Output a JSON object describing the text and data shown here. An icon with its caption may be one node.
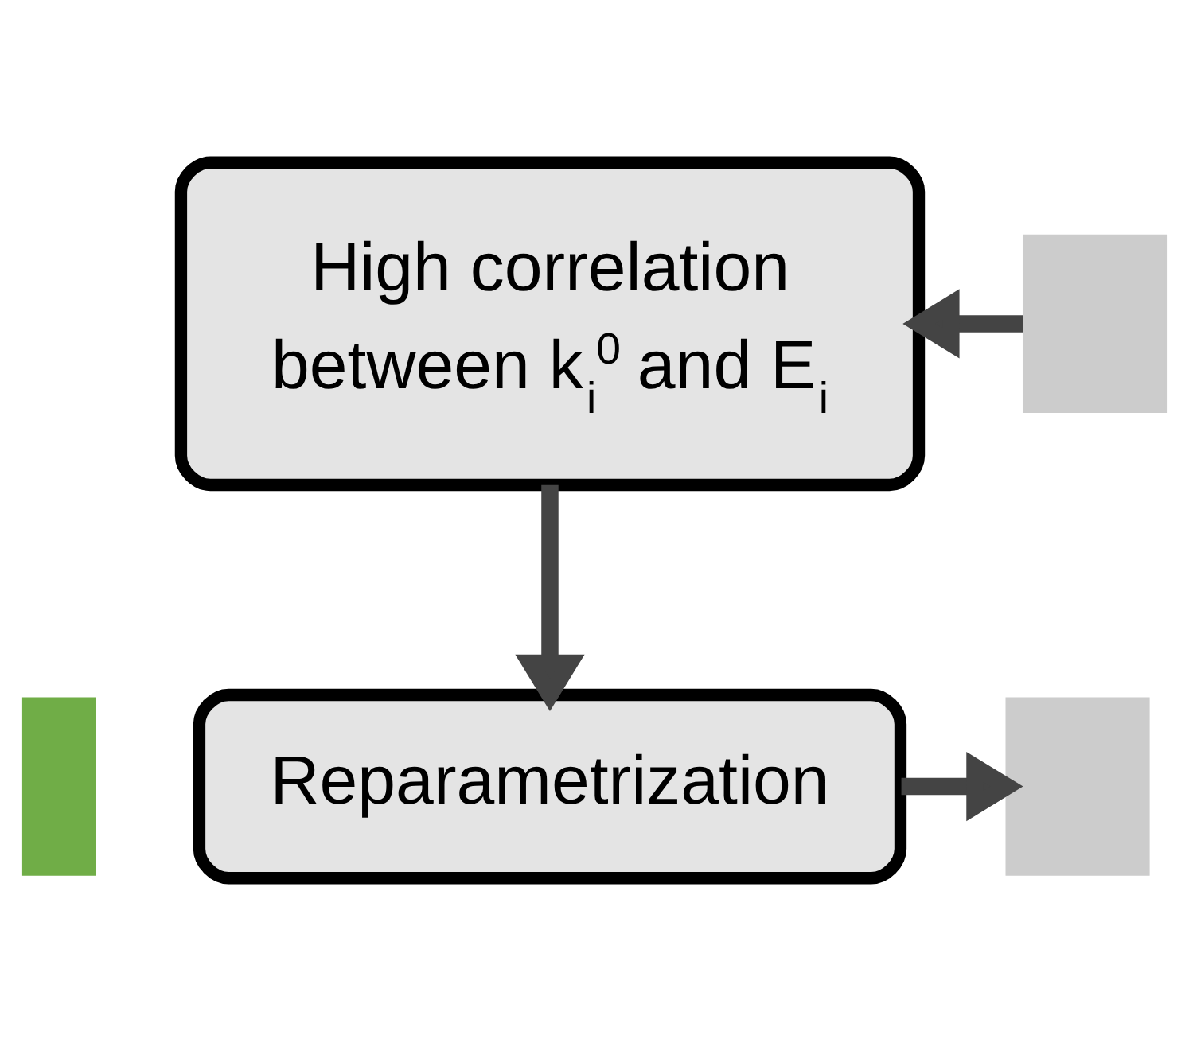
{
  "diagram": {
    "nodes": [
      {
        "text": [
          "High correlation between k$_{i}$$^{0}$ and E$_{i}$"
        ]
      },
      {
        "text": [
          "Reparametrization"
        ]
      },
      {
        "text": [],
        "shape": "box"
      },
      {
        "text": [],
        "shape": "box"
      },
      {
        "text": [],
        "shape": "box"
      }
    ],
    "edges": [
      {
        "from": 2,
        "to": 0,
        "arrow": "to"
      },
      {
        "from": 0,
        "to": 1,
        "arrow": "to"
      },
      {
        "from": 1,
        "to": 3,
        "arrow": "to"
      }
    ]
  }
}
